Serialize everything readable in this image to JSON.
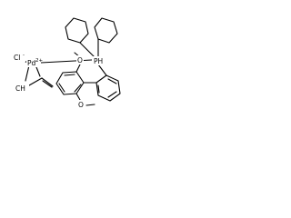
{
  "molecule": {
    "atoms": {
      "palladium": "Pd",
      "palladium_charge": "2+",
      "chloride": "Cl",
      "chloride_charge": "-",
      "allyl_carbon": "CH",
      "phosphorus": "PH",
      "oxygen_top": "O",
      "oxygen_bottom": "O"
    }
  }
}
